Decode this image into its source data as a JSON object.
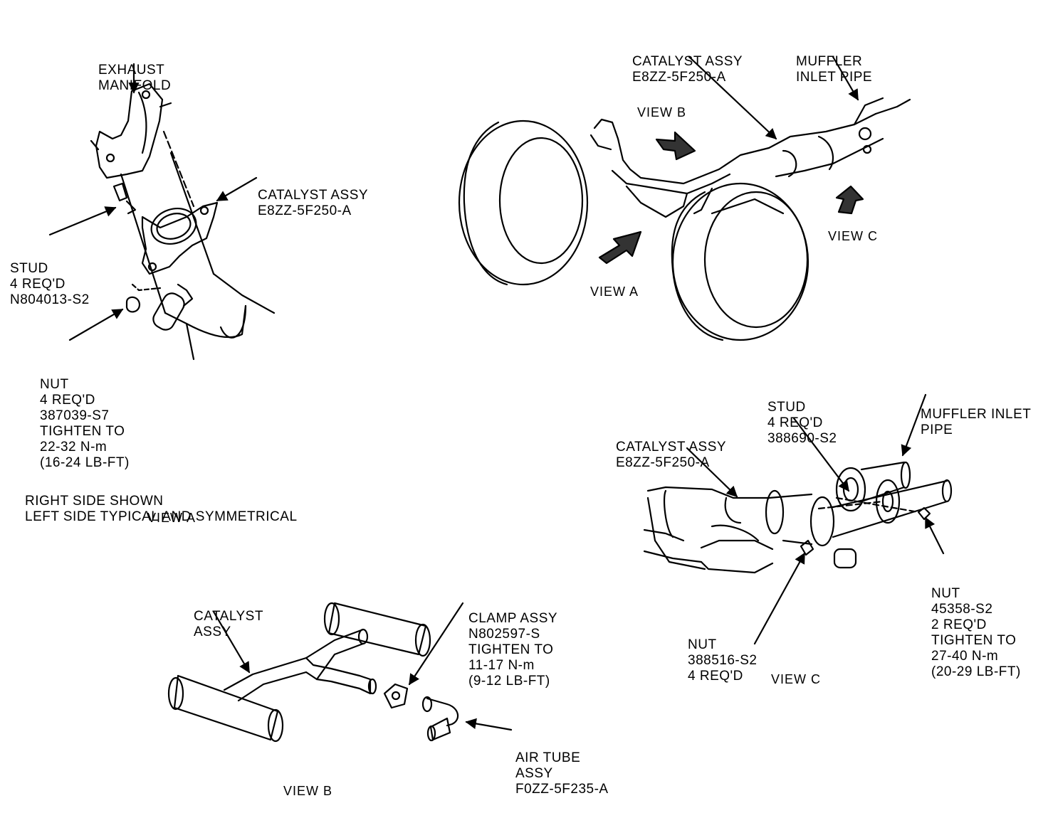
{
  "view_a": {
    "exhaust_manifold": [
      "EXHAUST",
      "MANIFOLD"
    ],
    "catalyst": [
      "CATALYST ASSY",
      "E8ZZ-5F250-A"
    ],
    "stud": [
      "STUD",
      "4 REQ'D",
      "N804013-S2"
    ],
    "nut": [
      "NUT",
      "4 REQ'D",
      "387039-S7",
      "TIGHTEN TO",
      "22-32 N-m",
      "(16-24 LB-FT)"
    ],
    "note": [
      "RIGHT SIDE SHOWN",
      "LEFT SIDE TYPICAL AND SYMMETRICAL"
    ],
    "title": "VIEW A"
  },
  "overview": {
    "catalyst": [
      "CATALYST ASSY",
      "E8ZZ-5F250-A"
    ],
    "muffler_inlet": [
      "MUFFLER",
      "INLET PIPE"
    ],
    "view_b": "VIEW B",
    "view_a": "VIEW A",
    "view_c": "VIEW C"
  },
  "view_b": {
    "catalyst": [
      "CATALYST",
      "ASSY"
    ],
    "clamp": [
      "CLAMP ASSY",
      "N802597-S",
      "TIGHTEN TO",
      "11-17 N-m",
      "(9-12 LB-FT)"
    ],
    "air_tube": [
      "AIR TUBE",
      "ASSY",
      "F0ZZ-5F235-A"
    ],
    "title": "VIEW B"
  },
  "view_c": {
    "stud": [
      "STUD",
      "4 REQ'D",
      "388690-S2"
    ],
    "muffler_inlet": [
      "MUFFLER INLET",
      "PIPE"
    ],
    "catalyst": [
      "CATALYST ASSY",
      "E8ZZ-5F250-A"
    ],
    "nut_left": [
      "NUT",
      "388516-S2",
      "4 REQ'D"
    ],
    "nut_right": [
      "NUT",
      "45358-S2",
      "2 REQ'D",
      "TIGHTEN TO",
      "27-40 N-m",
      "(20-29 LB-FT)"
    ],
    "title": "VIEW C"
  }
}
